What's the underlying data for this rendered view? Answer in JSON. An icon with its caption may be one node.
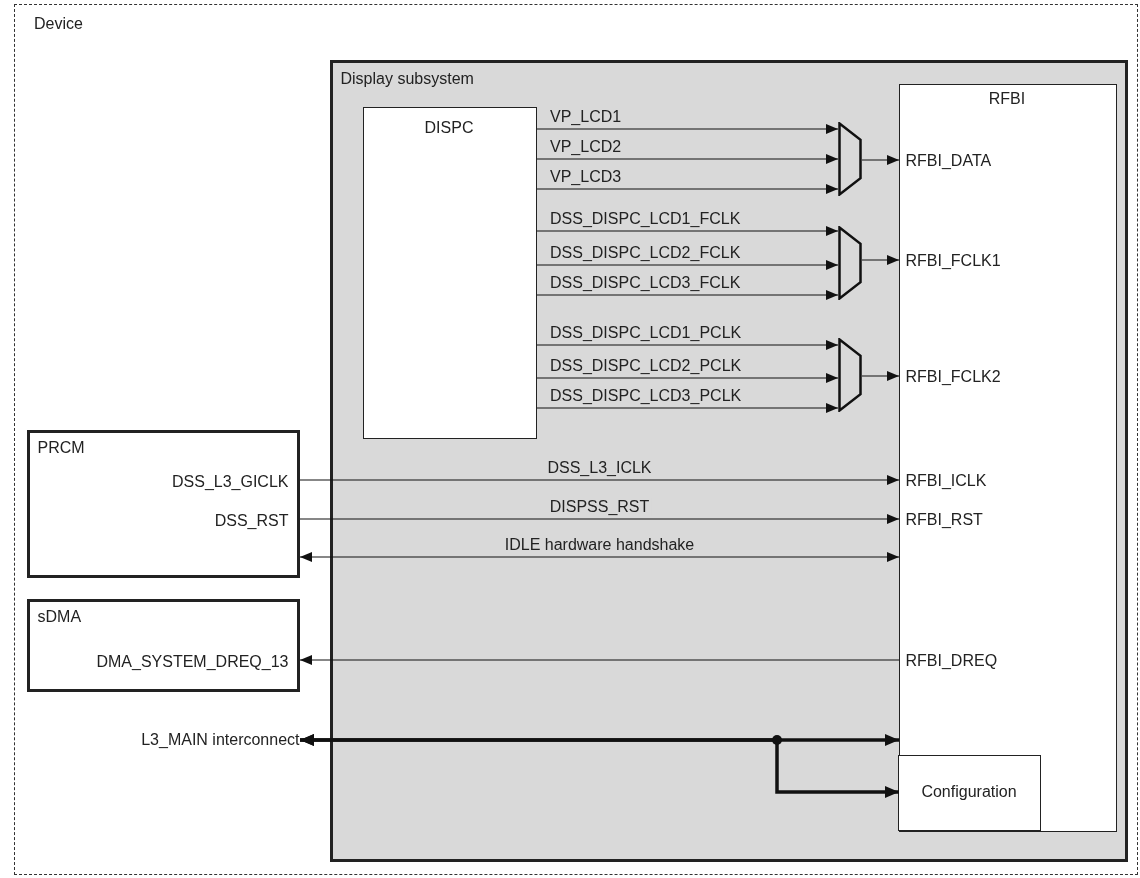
{
  "diagram": {
    "nodes": [
      {
        "text": [
          "Device"
        ]
      },
      {
        "text": [
          "Display subsystem"
        ],
        "in": 0
      },
      {
        "text": [
          "DISPC"
        ],
        "in": 1
      },
      {
        "text": [
          "RFBI",
          "RFBI_DATA",
          "RFBI_FCLK1",
          "RFBI_FCLK2",
          "RFBI_ICLK",
          "RFBI_RST",
          "RFBI_DREQ"
        ],
        "in": 1
      },
      {
        "text": [
          "Configuration"
        ],
        "in": 3
      },
      {
        "text": [],
        "shape": "trapezoid",
        "in": 1
      },
      {
        "text": [],
        "shape": "trapezoid",
        "in": 1
      },
      {
        "text": [],
        "shape": "trapezoid",
        "in": 1
      },
      {
        "text": [
          "PRCM",
          "DSS_L3_GICLK",
          "DSS_RST"
        ],
        "in": 0
      },
      {
        "text": [
          "sDMA",
          "DMA_SYSTEM_DREQ_13"
        ],
        "in": 0
      },
      {
        "text": [
          "L3_MAIN interconnect"
        ],
        "in": 0
      }
    ],
    "edges": [
      {
        "from": 2,
        "to": 5,
        "arrow": "to",
        "label": "VP_LCD1"
      },
      {
        "from": 2,
        "to": 5,
        "arrow": "to",
        "label": "VP_LCD2"
      },
      {
        "from": 2,
        "to": 5,
        "arrow": "to",
        "label": "VP_LCD3"
      },
      {
        "from": 5,
        "to": 3,
        "arrow": "to"
      },
      {
        "from": 2,
        "to": 6,
        "arrow": "to",
        "label": "DSS_DISPC_LCD1_FCLK"
      },
      {
        "from": 2,
        "to": 6,
        "arrow": "to",
        "label": "DSS_DISPC_LCD2_FCLK"
      },
      {
        "from": 2,
        "to": 6,
        "arrow": "to",
        "label": "DSS_DISPC_LCD3_FCLK"
      },
      {
        "from": 6,
        "to": 3,
        "arrow": "to"
      },
      {
        "from": 2,
        "to": 7,
        "arrow": "to",
        "label": "DSS_DISPC_LCD1_PCLK"
      },
      {
        "from": 2,
        "to": 7,
        "arrow": "to",
        "label": "DSS_DISPC_LCD2_PCLK"
      },
      {
        "from": 2,
        "to": 7,
        "arrow": "to",
        "label": "DSS_DISPC_LCD3_PCLK"
      },
      {
        "from": 7,
        "to": 3,
        "arrow": "to"
      },
      {
        "from": 8,
        "to": 3,
        "arrow": "to",
        "label": "DSS_L3_ICLK"
      },
      {
        "from": 8,
        "to": 3,
        "arrow": "to",
        "label": "DISPSS_RST"
      },
      {
        "from": 8,
        "to": 3,
        "arrow": "both",
        "label": "IDLE hardware handshake"
      },
      {
        "from": 3,
        "to": 9,
        "arrow": "to"
      },
      {
        "from": 10,
        "to": 3,
        "arrow": "both",
        "style": "thick"
      },
      {
        "from": 10,
        "to": 4,
        "arrow": "both",
        "style": "thick"
      }
    ]
  }
}
